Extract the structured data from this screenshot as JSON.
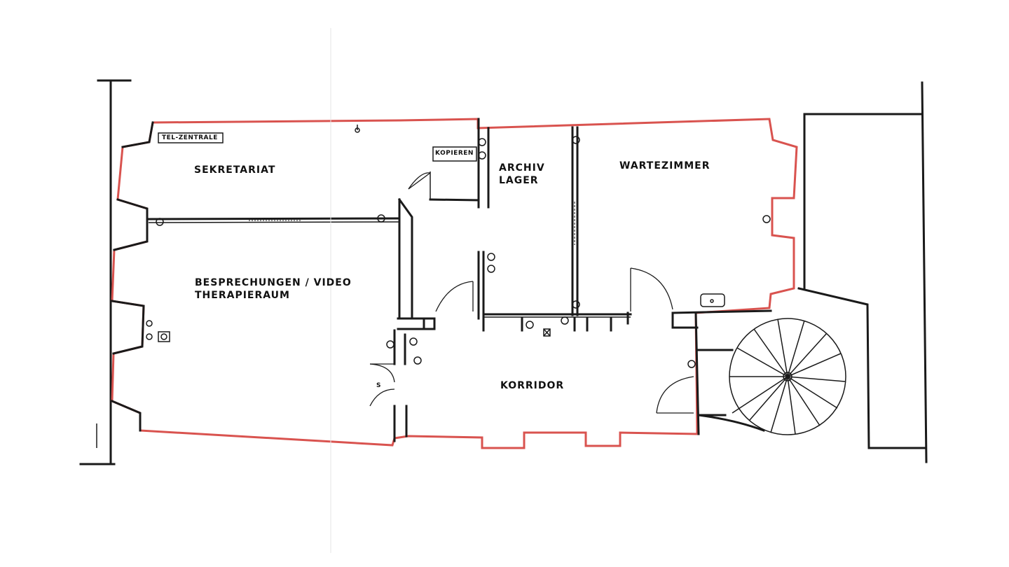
{
  "colors": {
    "outline": "#d9534f",
    "walls": "#1a1a1a",
    "background": "#ffffff"
  },
  "rooms": {
    "sekretariat": "SEKRETARIAT",
    "besprechungen_line1": "BESPRECHUNGEN / VIDEO",
    "besprechungen_line2": "THERAPIERAUM",
    "archiv_line1": "ARCHIV",
    "archiv_line2": "LAGER",
    "wartezimmer": "WARTEZIMMER",
    "korridor": "KORRIDOR"
  },
  "labels": {
    "tel_zentrale": "TEL-ZENTRALE",
    "kopieren": "KOPIEREN",
    "s_marker": "S"
  }
}
